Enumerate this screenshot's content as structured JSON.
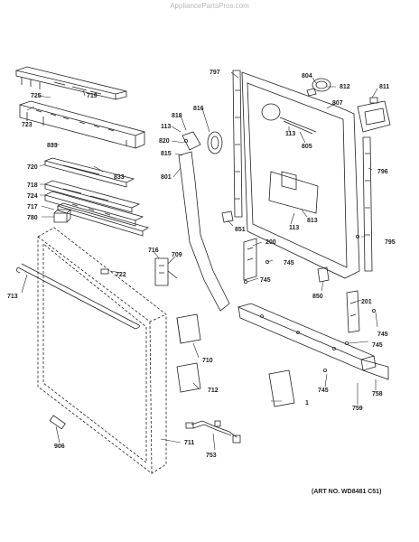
{
  "watermark": "AppliancePartsPros.com",
  "art_number": "(ART NO. WD8481 C51)",
  "callouts": [
    {
      "id": "c725",
      "label": "725"
    },
    {
      "id": "c719",
      "label": "719"
    },
    {
      "id": "c723",
      "label": "723"
    },
    {
      "id": "c833a",
      "label": "833"
    },
    {
      "id": "c833b",
      "label": "833"
    },
    {
      "id": "c720",
      "label": "720"
    },
    {
      "id": "c718",
      "label": "718"
    },
    {
      "id": "c724",
      "label": "724"
    },
    {
      "id": "c717",
      "label": "717"
    },
    {
      "id": "c780",
      "label": "780"
    },
    {
      "id": "c713",
      "label": "713"
    },
    {
      "id": "c722",
      "label": "722"
    },
    {
      "id": "c716",
      "label": "716"
    },
    {
      "id": "c709",
      "label": "709"
    },
    {
      "id": "c710",
      "label": "710"
    },
    {
      "id": "c712",
      "label": "712"
    },
    {
      "id": "c711",
      "label": "711"
    },
    {
      "id": "c906",
      "label": "906"
    },
    {
      "id": "c753",
      "label": "753"
    },
    {
      "id": "c818",
      "label": "818"
    },
    {
      "id": "c816",
      "label": "816"
    },
    {
      "id": "c113a",
      "label": "113"
    },
    {
      "id": "c820",
      "label": "820"
    },
    {
      "id": "c815",
      "label": "815"
    },
    {
      "id": "c801",
      "label": "801"
    },
    {
      "id": "c797",
      "label": "797"
    },
    {
      "id": "c804",
      "label": "804"
    },
    {
      "id": "c812",
      "label": "812"
    },
    {
      "id": "c811",
      "label": "811"
    },
    {
      "id": "c807",
      "label": "807"
    },
    {
      "id": "c113b",
      "label": "113"
    },
    {
      "id": "c805",
      "label": "805"
    },
    {
      "id": "c796",
      "label": "796"
    },
    {
      "id": "c113c",
      "label": "113"
    },
    {
      "id": "c813",
      "label": "813"
    },
    {
      "id": "c851",
      "label": "851"
    },
    {
      "id": "c200",
      "label": "200"
    },
    {
      "id": "c745a",
      "label": "745"
    },
    {
      "id": "c745b",
      "label": "745"
    },
    {
      "id": "c795",
      "label": "795"
    },
    {
      "id": "c850",
      "label": "850"
    },
    {
      "id": "c201",
      "label": "201"
    },
    {
      "id": "c745c",
      "label": "745"
    },
    {
      "id": "c745d",
      "label": "745"
    },
    {
      "id": "c745e",
      "label": "745"
    },
    {
      "id": "c1",
      "label": "1"
    },
    {
      "id": "c759",
      "label": "759"
    },
    {
      "id": "c758",
      "label": "758"
    }
  ]
}
